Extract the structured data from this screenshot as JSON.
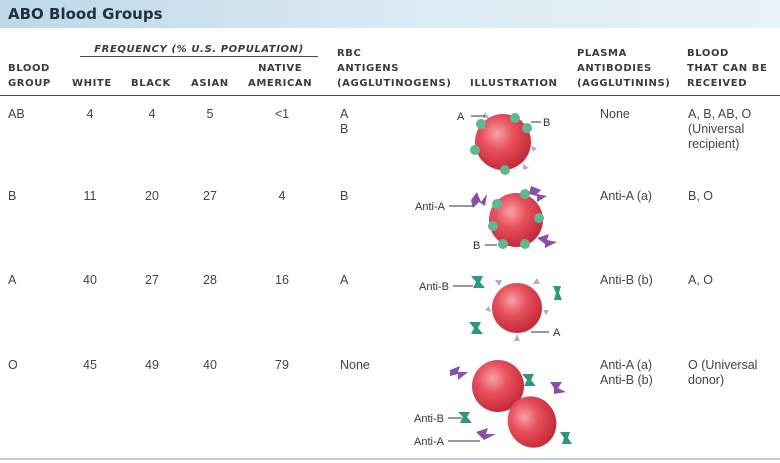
{
  "title": "ABO Blood Groups",
  "headers": {
    "blood_group": [
      "BLOOD",
      "GROUP"
    ],
    "frequency": "FREQUENCY (% U.S. POPULATION)",
    "white": "WHITE",
    "black": "BLACK",
    "asian": "ASIAN",
    "native_american": [
      "NATIVE",
      "AMERICAN"
    ],
    "rbc_antigens": [
      "RBC",
      "ANTIGENS",
      "(AGGLUTINOGENS)"
    ],
    "illustration": "ILLUSTRATION",
    "plasma_antibodies": [
      "PLASMA",
      "ANTIBODIES",
      "(AGGLUTININS)"
    ],
    "blood_received": [
      "BLOOD",
      "THAT CAN BE",
      "RECEIVED"
    ]
  },
  "rows": [
    {
      "group": "AB",
      "white": "4",
      "black": "4",
      "asian": "5",
      "native": "<1",
      "antigens": [
        "A",
        "B"
      ],
      "antibodies": [
        "None"
      ],
      "received": [
        "A, B, AB, O",
        "(Universal",
        "recipient)"
      ],
      "illus_labels": {
        "a": "A",
        "b": "B"
      }
    },
    {
      "group": "B",
      "white": "11",
      "black": "20",
      "asian": "27",
      "native": "4",
      "antigens": [
        "B"
      ],
      "antibodies": [
        "Anti-A (a)"
      ],
      "received": [
        "B, O"
      ],
      "illus_labels": {
        "a": "Anti-A",
        "b": "B"
      }
    },
    {
      "group": "A",
      "white": "40",
      "black": "27",
      "asian": "28",
      "native": "16",
      "antigens": [
        "A"
      ],
      "antibodies": [
        "Anti-B (b)"
      ],
      "received": [
        "A, O"
      ],
      "illus_labels": {
        "a": "Anti-B",
        "b": "A"
      }
    },
    {
      "group": "O",
      "white": "45",
      "black": "49",
      "asian": "40",
      "native": "79",
      "antigens": [
        "None"
      ],
      "antibodies": [
        "Anti-A (a)",
        "Anti-B (b)"
      ],
      "received": [
        "O (Universal",
        "donor)"
      ],
      "illus_labels": {
        "a": "Anti-B",
        "b": "Anti-A"
      }
    }
  ],
  "colors": {
    "cell_red": "#e0404f",
    "antigen_green": "#5fb98f",
    "antibody_purple": "#8a4fa8",
    "antibody_teal": "#2a9a7a"
  }
}
